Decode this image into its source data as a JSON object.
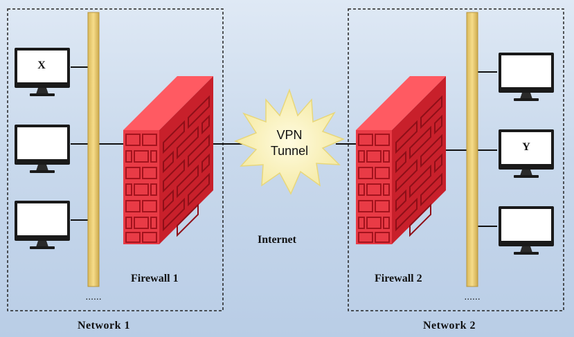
{
  "networks": [
    {
      "label": "Network 1",
      "firewall_label": "Firewall 1",
      "computers": [
        {
          "label": "X"
        },
        {
          "label": ""
        },
        {
          "label": ""
        }
      ]
    },
    {
      "label": "Network 2",
      "firewall_label": "Firewall 2",
      "computers": [
        {
          "label": ""
        },
        {
          "label": "Y"
        },
        {
          "label": ""
        }
      ]
    }
  ],
  "vpn": {
    "line1": "VPN",
    "line2": "Tunnel"
  },
  "internet_label": "Internet",
  "colors": {
    "bus": "#f0d27a",
    "firewall": "#e93b46",
    "firewall_dark": "#a3131d",
    "burst": "#f8f0a8",
    "monitor": "#1a1a1a"
  }
}
